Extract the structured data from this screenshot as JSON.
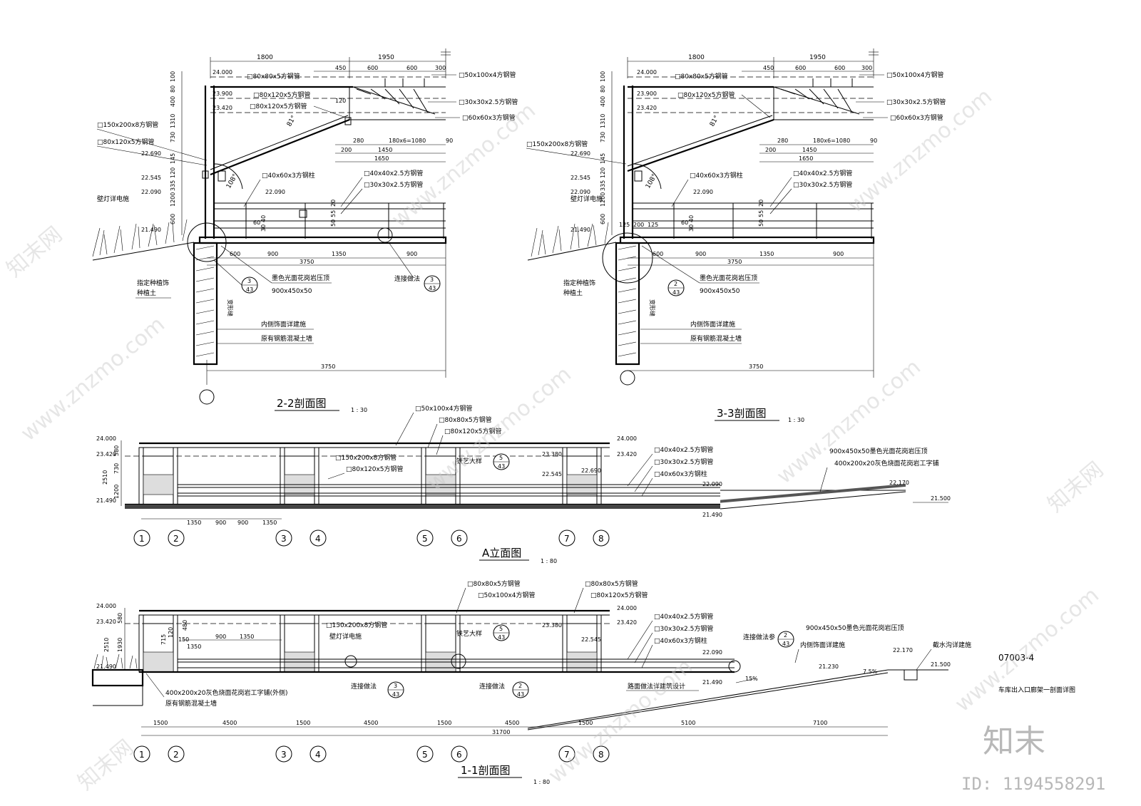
{
  "sheet": {
    "drawing_no": "07003-4",
    "drawing_title": "车库出入口廊架一剖面详图",
    "watermark_brand": "知末",
    "watermark_id": "ID: 1194558291",
    "watermark_url": "www.znzmo.com",
    "watermark_cn": "知末网"
  },
  "views": {
    "s22": {
      "title": "2-2剖面图",
      "scale": "1 : 30"
    },
    "s33": {
      "title": "3-3剖面图",
      "scale": "1 : 30"
    },
    "elevA": {
      "title": "A立面图",
      "scale": "1 : 80"
    },
    "s11": {
      "title": "1-1剖面图",
      "scale": "1 : 80"
    }
  },
  "section_labels": {
    "d1800": "1800",
    "d1950": "1950",
    "d450": "450",
    "d600a": "600",
    "d600b": "600",
    "d300": "300",
    "e24000": "24.000",
    "e23900": "23.900",
    "e23420": "23.420",
    "e22690": "22.690",
    "e22545": "22.545",
    "e22090": "22.090",
    "e21490": "21.490",
    "v100": "100",
    "v80": "80",
    "v400": "400",
    "v1310": "1310",
    "v730": "730",
    "v145": "145",
    "v120": "120",
    "v335": "335",
    "v1200": "1200",
    "v600": "600",
    "p80x80": "□80x80x5方钢管",
    "p80x120a": "□80x120x5方钢管",
    "p80x120b": "□80x120x5方钢管",
    "p50x100": "□50x100x4方钢管",
    "p30x30": "□30x30x2.5方钢管",
    "p60x60": "□60x60x3方钢管",
    "p150x200": "□150x200x8方钢管",
    "p80x120c": "□80x120x5方钢管",
    "p40x60": "□40x60x3方钢柱",
    "p40x40": "□40x40x2.5方钢管",
    "p30x30b": "□30x30x2.5方钢管",
    "angle81": "81°",
    "angle108": "108°",
    "d280": "280",
    "d180x6": "180x6=1080",
    "d90": "90",
    "d200": "200",
    "d1450": "1450",
    "d1650": "1650",
    "d120": "120",
    "d20": "20",
    "d55": "55",
    "d50": "50",
    "d40": "40",
    "d30": "30",
    "d60": "60",
    "b600": "600",
    "b900a": "900",
    "b1350": "1350",
    "b900b": "900",
    "b3750": "3750",
    "b3750b": "3750",
    "lamp": "壁灯详电施",
    "planting1": "指定种植饰",
    "planting2": "种植土",
    "granite": "墨色光面花岗岩压顶",
    "granite_size": "900x450x50",
    "inner": "内侧饰面详建施",
    "wall": "原有钢筋混凝土墙",
    "joint": "连接做法",
    "turn": "变形缝",
    "ref3": "3",
    "ref43": "43",
    "ref2": "2",
    "d125": "125",
    "d200b": "200",
    "d125b": "125"
  },
  "elevA_labels": {
    "e24000": "24.000",
    "e23420": "23.420",
    "e21490": "21.490",
    "v580": "580",
    "v2510": "2510",
    "v730": "730",
    "v1200": "1200",
    "p50x100": "□50x100x4方钢管",
    "p80x80": "□80x80x5方钢管",
    "p80x120": "□80x120x5方钢管",
    "p150x200": "□150x200x8方钢管",
    "p80x120b": "□80x120x5方钢管",
    "iron": "铁艺大样",
    "e23380": "23.380",
    "e22545": "22.545",
    "e22690": "22.690",
    "e24000b": "24.000",
    "e23420b": "23.420",
    "p40x40": "□40x40x2.5方钢管",
    "p30x30": "□30x30x2.5方钢管",
    "p40x60": "□40x60x3方钢柱",
    "e22090": "22.090",
    "e21490b": "21.490",
    "granite": "900x450x50墨色光面花岗岩压顶",
    "paving": "400x200x20灰色烧面花岗岩工字铺",
    "e22170": "22.170",
    "e21500": "21.500",
    "d1350a": "1350",
    "d900a": "900",
    "d900b": "900",
    "d1350b": "1350",
    "ref5": "5",
    "ref43": "43"
  },
  "s11_labels": {
    "e24000": "24.000",
    "e23420": "23.420",
    "e21490": "21.490",
    "v580": "580",
    "v2510": "2510",
    "v1930": "1930",
    "v480": "480",
    "v150": "150",
    "v715": "715",
    "v120": "120",
    "p80x80": "□80x80x5方钢管",
    "p50x100": "□50x100x4方钢管",
    "p80x80b": "□80x80x5方钢管",
    "p80x120": "□80x120x5方钢管",
    "p150x200": "□150x200x8方钢管",
    "lamp": "壁灯详电施",
    "iron": "铁艺大样",
    "e23380": "23.380",
    "e22545": "22.545",
    "e24000b": "24.000",
    "e23420b": "23.420",
    "p40x40": "□40x40x2.5方钢管",
    "p30x30": "□30x30x2.5方钢管",
    "p40x60": "□40x60x3方钢柱",
    "e22090": "22.090",
    "joint_ref": "连接做法参",
    "granite": "900x450x50墨色光面花岗岩压顶",
    "inner": "内侧饰面详建施",
    "drain": "截水沟详建施",
    "e22170": "22.170",
    "e21230": "21.230",
    "e21500": "21.500",
    "slope15": "15%",
    "slope75": "7.5%",
    "road": "路面做法详建筑设计",
    "paving": "400x200x20灰色烧面花岗岩工字铺(外侧)",
    "wall": "原有钢筋混凝土墙",
    "joint": "连接做法",
    "e21490b": "21.490",
    "d1350": "1350",
    "d900": "900",
    "d1350b": "1350",
    "b1500a": "1500",
    "b4500a": "4500",
    "b1500b": "1500",
    "b4500b": "4500",
    "b1500c": "1500",
    "b4500c": "4500",
    "b1500d": "1500",
    "b5100": "5100",
    "b7100": "7100",
    "b31700": "31700",
    "ref5": "5",
    "ref3": "3",
    "ref2": "2",
    "ref43": "43"
  },
  "axis_labels": [
    "1",
    "2",
    "3",
    "4",
    "5",
    "6",
    "7",
    "8"
  ]
}
